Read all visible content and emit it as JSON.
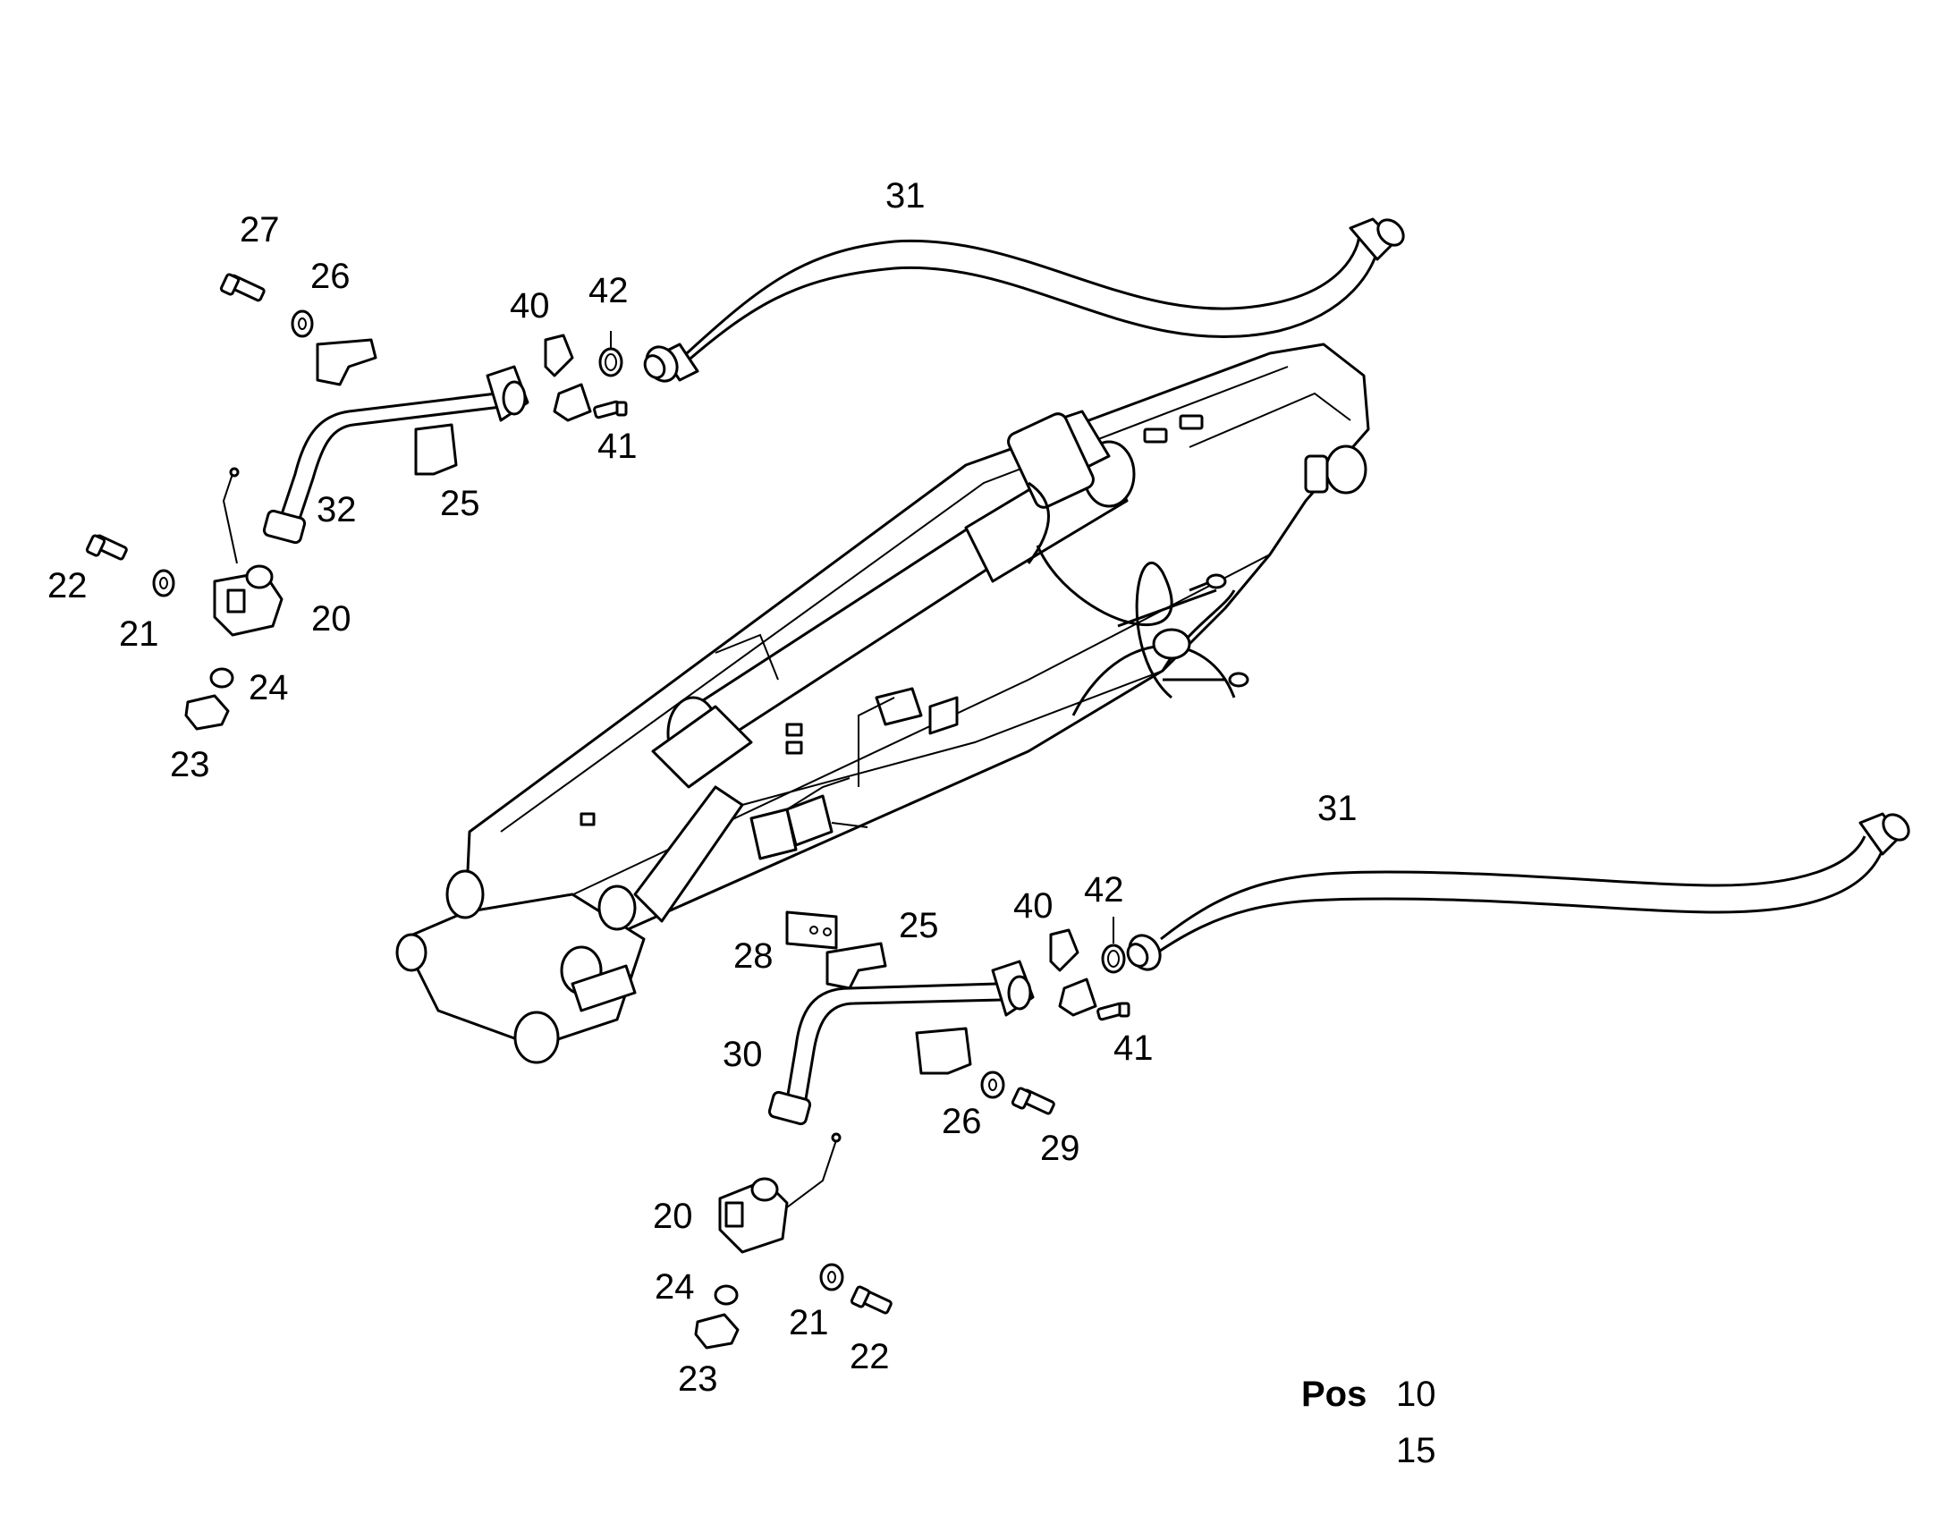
{
  "callouts": {
    "upper": {
      "hose_31": "31",
      "bolt_27": "27",
      "washer_26": "26",
      "flange_40": "40",
      "oring_42": "42",
      "screw_41": "41",
      "pipe_32": "32",
      "bracket_25": "25",
      "bolt_22": "22",
      "washer_21": "21",
      "valve_20": "20",
      "nipple_24": "24",
      "nut_23": "23"
    },
    "lower": {
      "hose_31": "31",
      "flange_40": "40",
      "oring_42": "42",
      "clamp_28": "28",
      "bracket_25": "25",
      "screw_41": "41",
      "pipe_30": "30",
      "washer_26": "26",
      "bolt_29": "29",
      "valve_20": "20",
      "nipple_24": "24",
      "washer_21": "21",
      "bolt_22": "22",
      "nut_23": "23"
    }
  },
  "position": {
    "label": "Pos",
    "values": [
      "10",
      "15"
    ]
  }
}
